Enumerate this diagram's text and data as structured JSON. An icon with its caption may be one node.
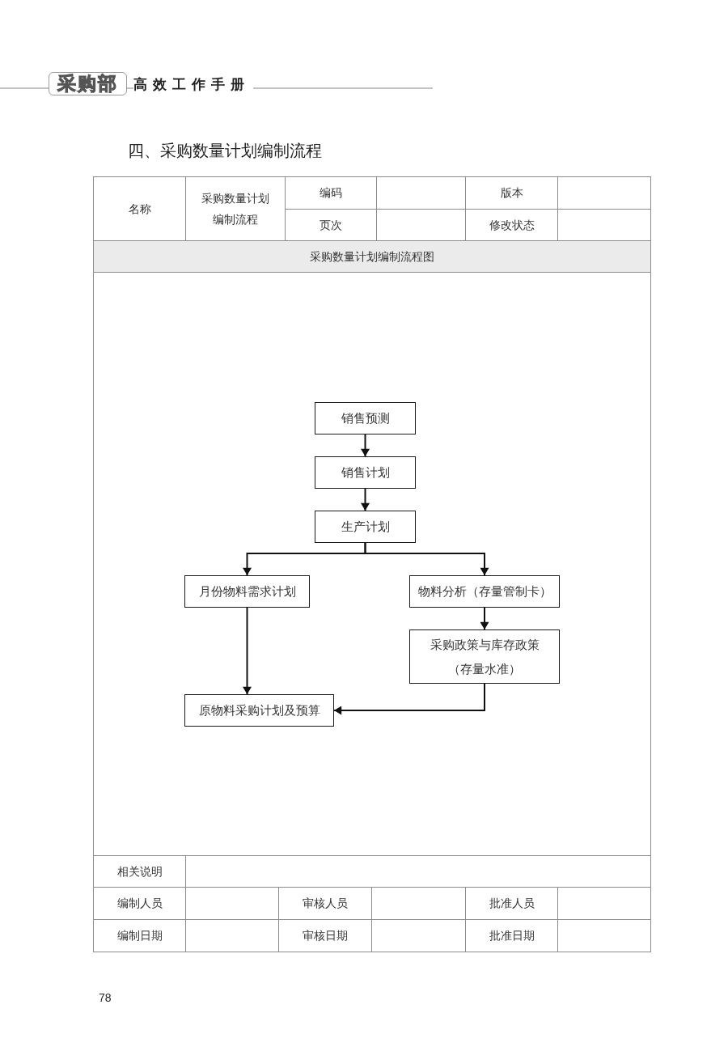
{
  "diagram": {
    "title": "四、采购数量计划编制流程",
    "nodes": [
      {
        "text": [
          "销售预测"
        ]
      },
      {
        "text": [
          "销售计划"
        ]
      },
      {
        "text": [
          "生产计划"
        ]
      },
      {
        "text": [
          "月份物料需求计划"
        ]
      },
      {
        "text": [
          "物料分析（存量管制卡）"
        ]
      },
      {
        "text": [
          "采购政策与库存政策（存量水准）"
        ]
      },
      {
        "text": [
          "原物料采购计划及预算"
        ]
      }
    ],
    "edges": [
      {
        "from": 0,
        "to": 1,
        "arrow": "to"
      },
      {
        "from": 1,
        "to": 2,
        "arrow": "to"
      },
      {
        "from": 2,
        "to": 3,
        "arrow": "to"
      },
      {
        "from": 2,
        "to": 4,
        "arrow": "to"
      },
      {
        "from": 3,
        "to": 6,
        "arrow": "to"
      },
      {
        "from": 4,
        "to": 5,
        "arrow": "to"
      },
      {
        "from": 5,
        "to": 6,
        "arrow": "to"
      }
    ],
    "labels": [
      "采购部",
      "高效工作手册",
      "名称",
      "采购数量计划编制流程",
      "编码",
      "版本",
      "页次",
      "修改状态",
      "采购数量计划编制流程图",
      "相关说明",
      "编制人员",
      "审核人员",
      "批准人员",
      "编制日期",
      "审核日期",
      "批准日期",
      "78"
    ]
  }
}
